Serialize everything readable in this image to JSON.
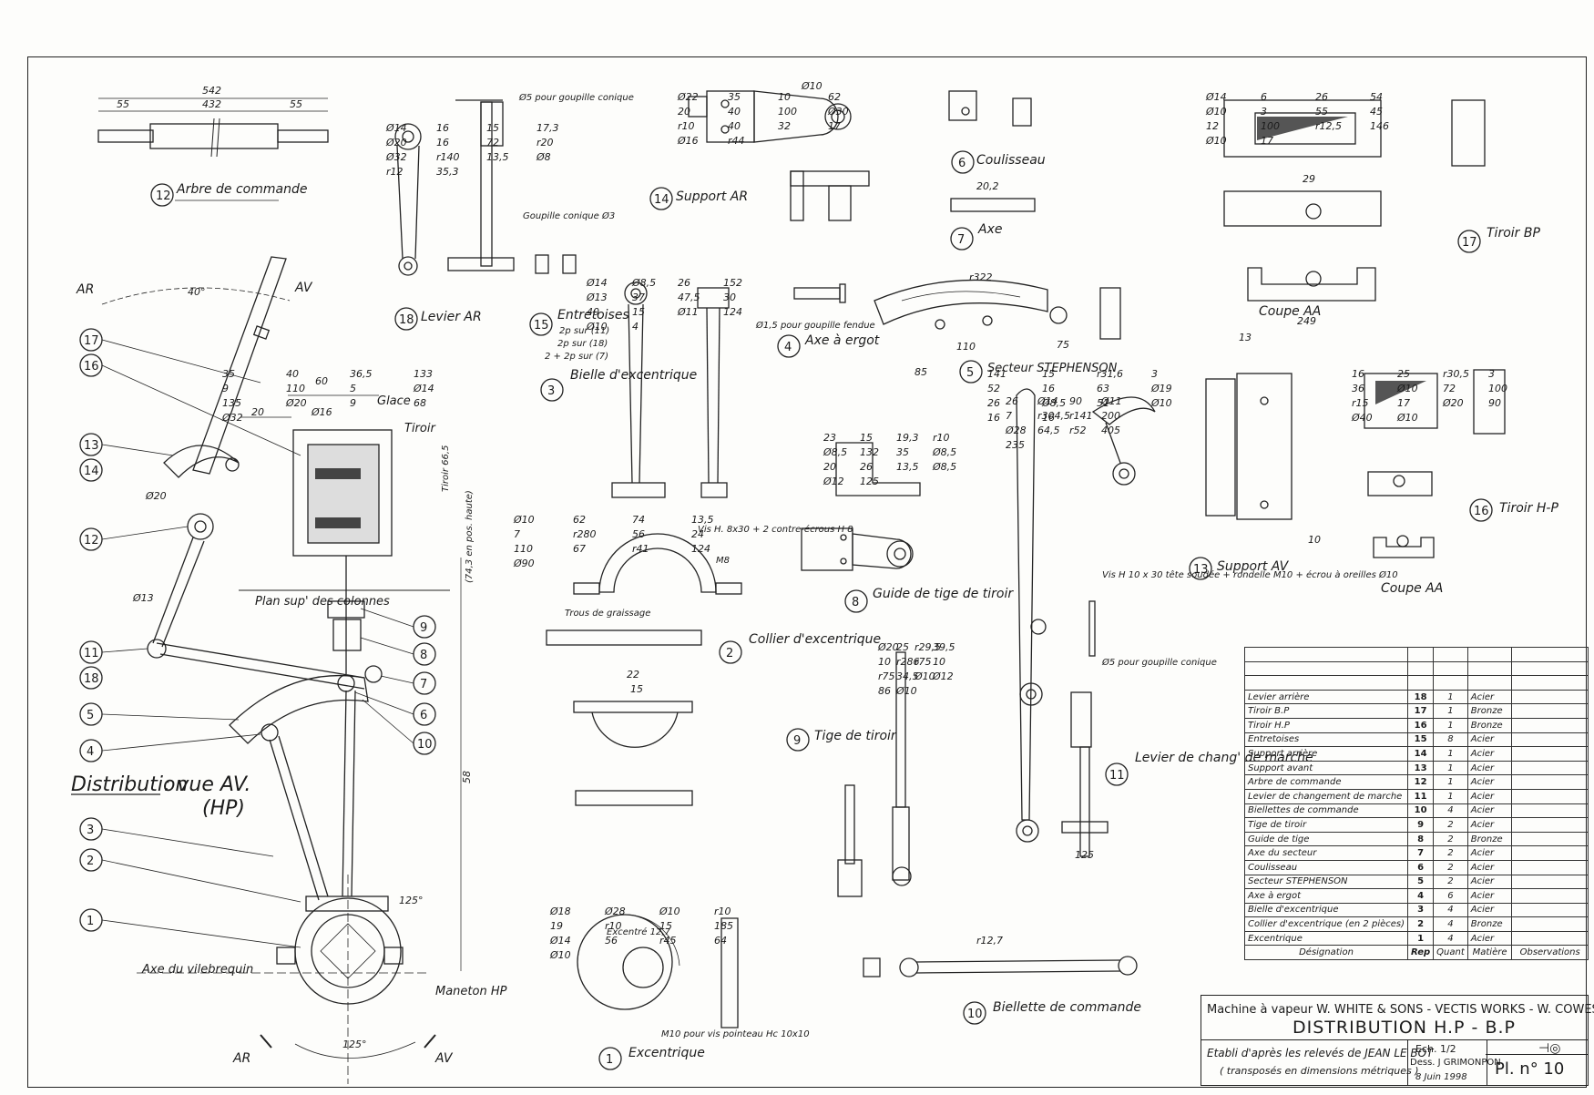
{
  "main_title": {
    "prefix": "Distribution",
    "suffix": ": vue AV.",
    "sub": "(HP)"
  },
  "directions": {
    "ar": "AR",
    "av": "AV",
    "angle_top": "40°",
    "angle_bottom": "125°",
    "angle_bottom2": "125°"
  },
  "parts_labels": {
    "p12": "Arbre de commande",
    "p18": "Levier AR",
    "p14": "Support AR",
    "p6": "Coulisseau",
    "p7": "Axe",
    "p17": "Tiroir BP",
    "p15": "Entretoises",
    "p15_lines": [
      "2p sur (11)",
      "2p sur (18)",
      "2 + 2p sur (7)"
    ],
    "p3": "Bielle d'excentrique",
    "p4": "Axe à ergot",
    "p5": "Secteur STEPHENSON",
    "p13": "Support AV",
    "p16": "Tiroir H-P",
    "p2": "Collier d'excentrique",
    "p8": "Guide de tige de tiroir",
    "p9": "Tige de tiroir",
    "p11": "Levier de chang' de marche",
    "p10": "Biellette de commande",
    "p1": "Excentrique"
  },
  "annotations": {
    "glace": "Glace",
    "tiroir": "Tiroir",
    "plan_sup": "Plan sup' des colonnes",
    "axe_vilebrequin": "Axe du vilebrequin",
    "maneton": "Maneton HP",
    "coupe_aa": "Coupe AA",
    "coupe_aa2": "Coupe AA",
    "goupille": "Ø5 pour goupille conique",
    "goupille_conique": "Goupille conique Ø3",
    "goupille_fendue": "Ø1,5 pour goupille fendue",
    "trous_graissage": "Trous de graissage",
    "vis_hb": "Vis H. 8x30 + 2 contre-écrous H 8",
    "m8": "M8",
    "vis_m10": "Vis H 10 x 30 tête soudée + rondelle M10 + écrou à oreilles Ø10",
    "goupille_conique2": "Ø5 pour goupille conique",
    "m10_pointeau": "M10 pour vis pointeau Hc 10x10",
    "excentre": "Excentré 12,7",
    "tiroir_cote": "Tiroir 66,5",
    "poste_haute": "(74,3 en pos. haute)"
  },
  "dimensions": [
    "542",
    "55",
    "432",
    "55",
    "Ø14",
    "Ø22",
    "Ø14",
    "Ø14",
    "23",
    "141",
    "16",
    "Ø20",
    "26",
    "Ø18",
    "Ø10",
    "35",
    "16",
    "35",
    "6",
    "Ø8,5",
    "15",
    "15",
    "25",
    "25",
    "Ø14",
    "Ø28",
    "62",
    "40",
    "15",
    "10",
    "26",
    "26",
    "Ø10",
    "19,3",
    "r31,6",
    "r30,5",
    "r29,5",
    "90",
    "Ø10",
    "74",
    "20,2",
    "36,5",
    "17,3",
    "62",
    "54",
    "152",
    "r10",
    "3",
    "3",
    "39,5",
    "Ø11",
    "29",
    "r10",
    "13,5",
    "133",
    "Ø20",
    "13",
    "20",
    "Ø10",
    "249",
    "Ø13",
    "Ø8,5",
    "52",
    "36",
    "10",
    "7",
    "19",
    "7",
    "9",
    "16",
    "40",
    "3",
    "37",
    "132",
    "16",
    "Ø10",
    "r286",
    "r304,5",
    "r322",
    "r10",
    "r280",
    "85",
    "110",
    "72",
    "100",
    "55",
    "110",
    "75",
    "47,5",
    "35",
    "63",
    "72",
    "r75",
    "r141",
    "15",
    "56",
    "5",
    "60",
    "20",
    "Ø16",
    "r20",
    "Ø30",
    "45",
    "30",
    "Ø8,5",
    "Ø20",
    "Ø13",
    "Ø19",
    "100",
    "10",
    "200",
    "185",
    "24",
    "Ø14",
    "Ø32",
    "r10",
    "12",
    "40",
    "20",
    "26",
    "r15",
    "r75",
    "Ø28",
    "Ø14",
    "110",
    "135",
    "r140",
    "40",
    "100",
    "10",
    "15",
    "26",
    "Ø8,5",
    "17",
    "34,5",
    "64,5",
    "56",
    "67",
    "Ø20",
    "13,5",
    "32",
    "r12,5",
    "Ø11",
    "13,5",
    "51",
    "Ø20",
    "Ø10",
    "22",
    "15",
    "r52",
    "r45",
    "r41",
    "58",
    "9",
    "Ø8",
    "17",
    "146",
    "124",
    "Ø8,5",
    "Ø10",
    "90",
    "Ø12",
    "405",
    "64",
    "124",
    "68",
    "r12",
    "Ø16",
    "Ø10",
    "Ø10",
    "Ø12",
    "16",
    "Ø40",
    "86",
    "235",
    "Ø10",
    "125",
    "r12,7",
    "Ø90",
    "Ø32",
    "35,3",
    "r44",
    "17",
    "4",
    "125",
    "16",
    "Ø10",
    "Ø10"
  ],
  "parts_table": {
    "rows": [
      {
        "designation": "Levier arrière",
        "rep": "18",
        "quant": "1",
        "matiere": "Acier",
        "obs": ""
      },
      {
        "designation": "Tiroir B.P",
        "rep": "17",
        "quant": "1",
        "matiere": "Bronze",
        "obs": ""
      },
      {
        "designation": "Tiroir H.P",
        "rep": "16",
        "quant": "1",
        "matiere": "Bronze",
        "obs": ""
      },
      {
        "designation": "Entretoises",
        "rep": "15",
        "quant": "8",
        "matiere": "Acier",
        "obs": ""
      },
      {
        "designation": "Support arrière",
        "rep": "14",
        "quant": "1",
        "matiere": "Acier",
        "obs": ""
      },
      {
        "designation": "Support avant",
        "rep": "13",
        "quant": "1",
        "matiere": "Acier",
        "obs": ""
      },
      {
        "designation": "Arbre de commande",
        "rep": "12",
        "quant": "1",
        "matiere": "Acier",
        "obs": ""
      },
      {
        "designation": "Levier de changement de marche",
        "rep": "11",
        "quant": "1",
        "matiere": "Acier",
        "obs": ""
      },
      {
        "designation": "Biellettes de commande",
        "rep": "10",
        "quant": "4",
        "matiere": "Acier",
        "obs": ""
      },
      {
        "designation": "Tige de tiroir",
        "rep": "9",
        "quant": "2",
        "matiere": "Acier",
        "obs": ""
      },
      {
        "designation": "Guide de tige",
        "rep": "8",
        "quant": "2",
        "matiere": "Bronze",
        "obs": ""
      },
      {
        "designation": "Axe du secteur",
        "rep": "7",
        "quant": "2",
        "matiere": "Acier",
        "obs": ""
      },
      {
        "designation": "Coulisseau",
        "rep": "6",
        "quant": "2",
        "matiere": "Acier",
        "obs": ""
      },
      {
        "designation": "Secteur STEPHENSON",
        "rep": "5",
        "quant": "2",
        "matiere": "Acier",
        "obs": ""
      },
      {
        "designation": "Axe à ergot",
        "rep": "4",
        "quant": "6",
        "matiere": "Acier",
        "obs": ""
      },
      {
        "designation": "Bielle d'excentrique",
        "rep": "3",
        "quant": "4",
        "matiere": "Acier",
        "obs": ""
      },
      {
        "designation": "Collier d'excentrique (en 2 pièces)",
        "rep": "2",
        "quant": "4",
        "matiere": "Bronze",
        "obs": ""
      },
      {
        "designation": "Excentrique",
        "rep": "1",
        "quant": "4",
        "matiere": "Acier",
        "obs": ""
      }
    ],
    "header": {
      "designation": "Désignation",
      "rep": "Rep",
      "quant": "Quant",
      "matiere": "Matière",
      "obs": "Observations"
    }
  },
  "title_block": {
    "line1": "Machine à vapeur  W. WHITE & SONS - VECTIS WORKS - W. COWES",
    "line2": "DISTRIBUTION  H.P - B.P",
    "line3": "Etabli d'après les relevés de JEAN LE BOT",
    "line4": "( transposés en dimensions métriques )",
    "scale": "Ech.   1/2",
    "dess": "Dess. J GRIMONPON",
    "date": "8 Juin 1998",
    "plate": "Pl. n° 10",
    "symbol": "⊣◎"
  },
  "callouts": [
    "17",
    "16",
    "13",
    "14",
    "12",
    "11",
    "18",
    "5",
    "4",
    "3",
    "2",
    "1",
    "9",
    "8",
    "7",
    "6",
    "10"
  ]
}
